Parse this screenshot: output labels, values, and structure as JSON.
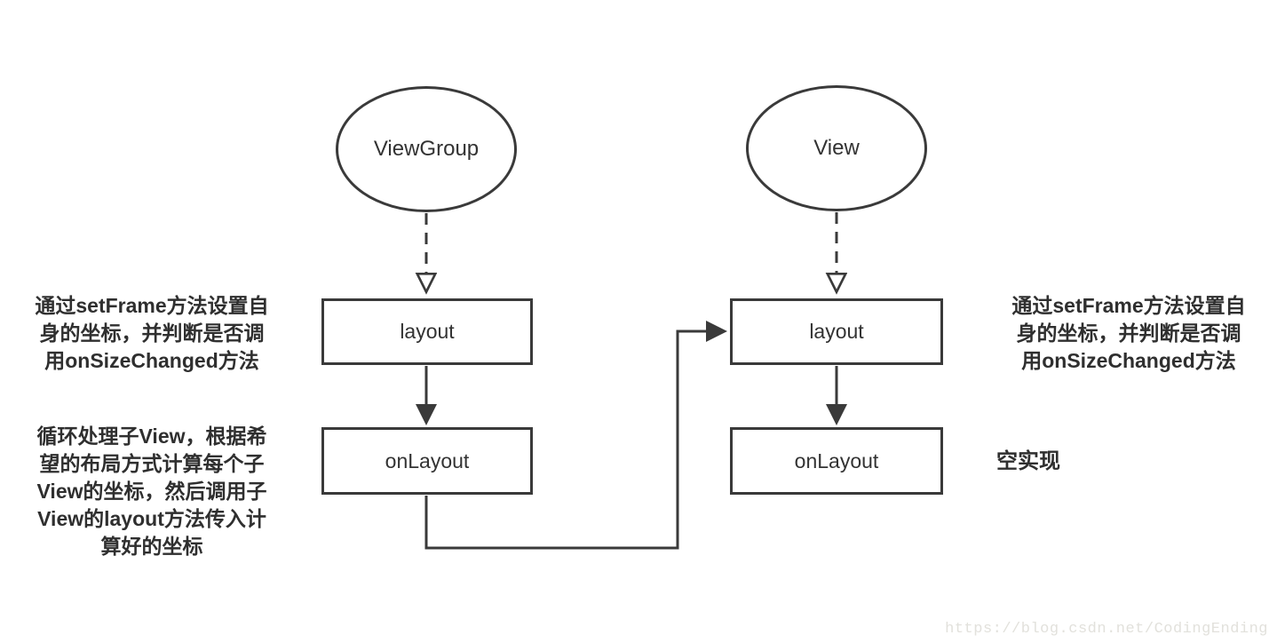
{
  "page": {
    "background_color": "#ffffff",
    "stroke_color": "#3a3a3a",
    "text_color": "#333333"
  },
  "diagram": {
    "left_flow": {
      "top_node": "ViewGroup",
      "boxes": [
        "layout",
        "onLayout"
      ]
    },
    "right_flow": {
      "top_node": "View",
      "boxes": [
        "layout",
        "onLayout"
      ]
    },
    "annotations": {
      "left_layout_note": "通过setFrame方法设置自\n身的坐标，并判断是否调\n用onSizeChanged方法",
      "left_onlayout_note": "循环处理子View，根据希\n望的布局方式计算每个子\nView的坐标，然后调用子\nView的layout方法传入计\n算好的坐标",
      "right_layout_note": "通过setFrame方法设置自\n身的坐标，并判断是否调\n用onSizeChanged方法",
      "right_onlayout_note": "空实现"
    },
    "connectors": [
      "viewgroup-to-layout-dashed",
      "layout-to-onlayout-solid-left",
      "onlayout-to-right-layout-elbow",
      "view-to-layout-dashed",
      "layout-to-onlayout-solid-right"
    ]
  },
  "watermark": {
    "text": "https://blog.csdn.net/CodingEnding",
    "color": "#e2e1dc"
  }
}
